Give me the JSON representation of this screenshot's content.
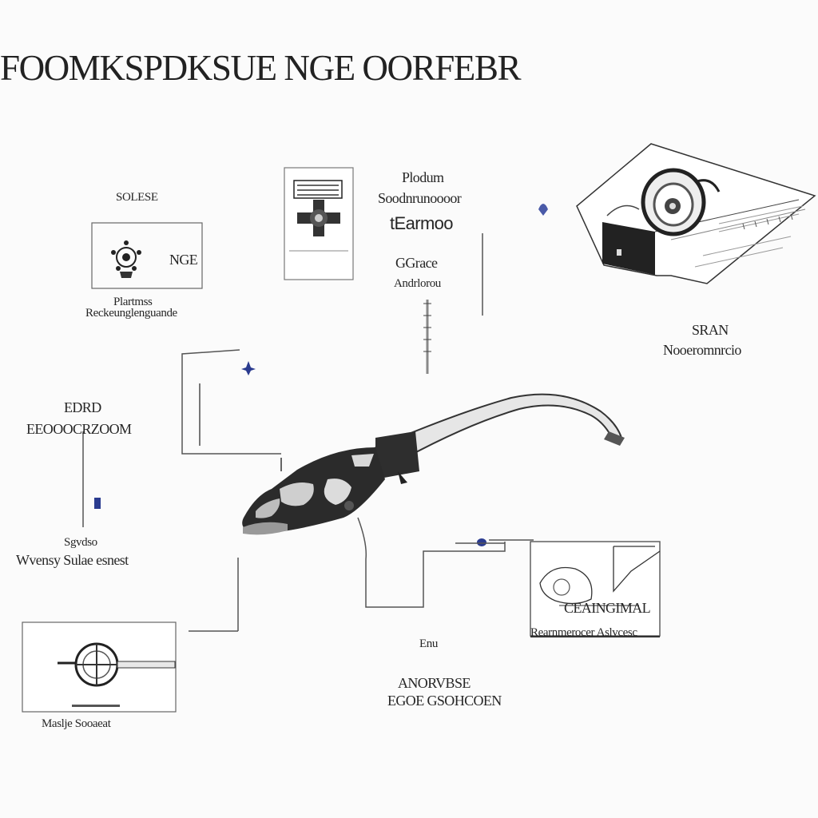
{
  "title": "FOOMKSPDKSUE NGE OORFEBR",
  "labels": {
    "top_left_small": "SOLESE",
    "box1_text": "NGE",
    "box1_caption_1": "Plartmss",
    "box1_caption_2": "Reckeunglenguande",
    "top_center_1": "Plodum",
    "top_center_2": "Soodnrunoooor",
    "top_center_3": "tEarmoo",
    "top_center_4": "GGrace",
    "top_center_5": "Andrlorou",
    "right_caption_1": "SRAN",
    "right_caption_2": "Nooeromnrcio",
    "left_mid_1": "EDRD",
    "left_mid_2": "EEOOOCRZOOM",
    "left_low_1": "Sgvdso",
    "left_low_2": "Wvensy Sulae esnest",
    "bottom_left_caption": "Maslje Sooaeat",
    "bottom_center_small": "Enu",
    "bottom_center_1": "ANORVBSE",
    "bottom_center_2": "EGOE GSOHCOEN",
    "bottom_right_box_1": "CEAINGIMAL",
    "bottom_right_box_2": "Rearnmerocer Aslvcesc"
  },
  "colors": {
    "ink": "#1c1c1c",
    "line": "#555555",
    "accent": "#2a3b8f",
    "background": "#fbfbfb"
  }
}
